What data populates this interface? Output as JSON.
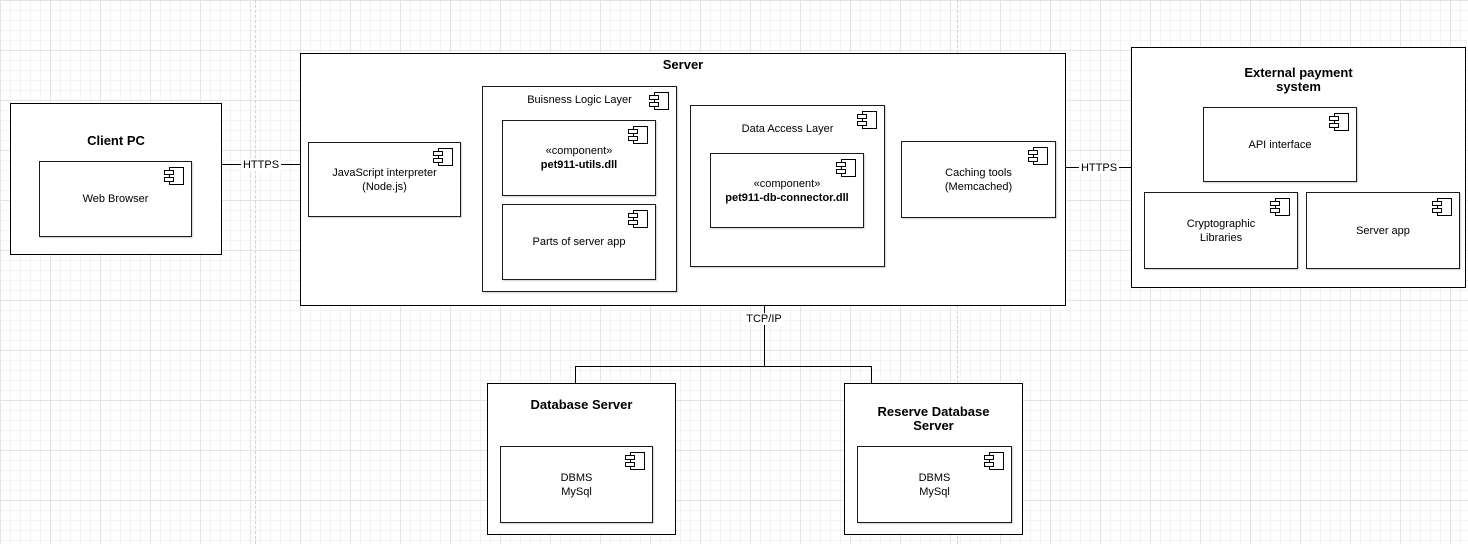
{
  "edges": {
    "https_left": {
      "label": "HTTPS"
    },
    "https_right": {
      "label": "HTTPS"
    },
    "tcp_ip": {
      "label": "TCP/IP"
    }
  },
  "nodes": {
    "client_pc": {
      "title": "Client PC",
      "web_browser": {
        "label": "Web Browser"
      }
    },
    "server": {
      "title": "Server",
      "js_interpreter": {
        "lines": [
          "JavaScript interpreter",
          "(Node.js)"
        ]
      },
      "business_logic_layer": {
        "title": "Buisness Logic Layer",
        "utils_dll": {
          "stereotype": "«component»",
          "name": "pet911-utils.dll"
        },
        "parts_of_server_app": {
          "label": "Parts of server app"
        }
      },
      "data_access_layer": {
        "title": "Data Access Layer",
        "db_connector_dll": {
          "stereotype": "«component»",
          "name": "pet911-db-connector.dll"
        }
      },
      "caching_tools": {
        "lines": [
          "Caching tools",
          "(Memcached)"
        ]
      }
    },
    "external_payment_system": {
      "title_lines": [
        "External payment",
        "system"
      ],
      "api_interface": {
        "label": "API interface"
      },
      "cryptographic_libraries": {
        "lines": [
          "Cryptographic",
          "Libraries"
        ]
      },
      "server_app": {
        "label": "Server app"
      }
    },
    "database_server": {
      "title": "Database Server",
      "dbms": {
        "lines": [
          "DBMS",
          "MySql"
        ]
      }
    },
    "reserve_database_server": {
      "title_lines": [
        "Reserve Database",
        "Server"
      ],
      "dbms": {
        "lines": [
          "DBMS",
          "MySql"
        ]
      }
    }
  }
}
